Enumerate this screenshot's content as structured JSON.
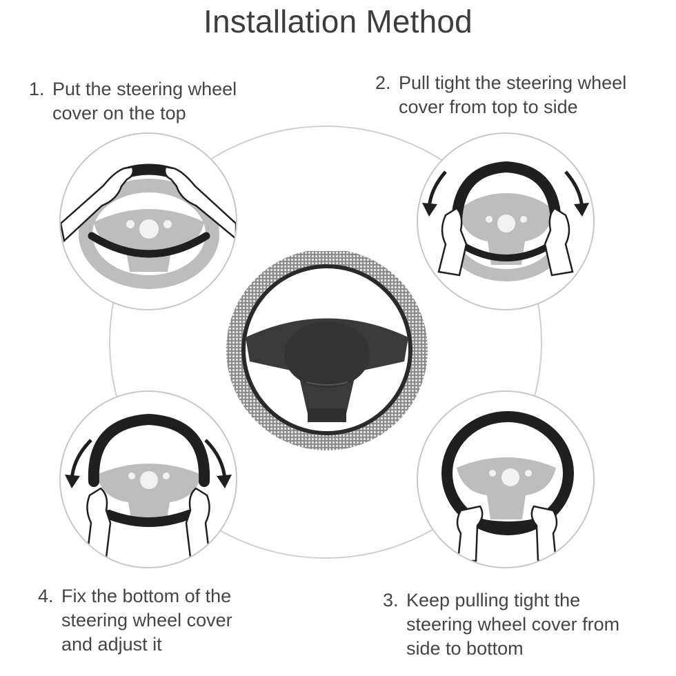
{
  "title": "Installation Method",
  "steps": [
    {
      "number": "1.",
      "lines": [
        "Put the steering wheel",
        "cover on the top"
      ]
    },
    {
      "number": "2.",
      "lines": [
        "Pull tight the steering wheel",
        "cover from top to side"
      ]
    },
    {
      "number": "3.",
      "lines": [
        "Keep pulling tight the",
        "steering wheel cover from",
        "side to bottom"
      ]
    },
    {
      "number": "4.",
      "lines": [
        "Fix the bottom of the",
        "steering wheel cover",
        "and adjust it"
      ]
    }
  ],
  "colors": {
    "text": "#454545",
    "wheel_gray": "#bdbdbd",
    "cover_black": "#1f1f1f",
    "circle_border": "#c8c8c8"
  },
  "icons": [
    "steering-wheel-illustration",
    "hands-illustration",
    "arrow-icon",
    "rhinestone-cover-wheel-illustration"
  ]
}
